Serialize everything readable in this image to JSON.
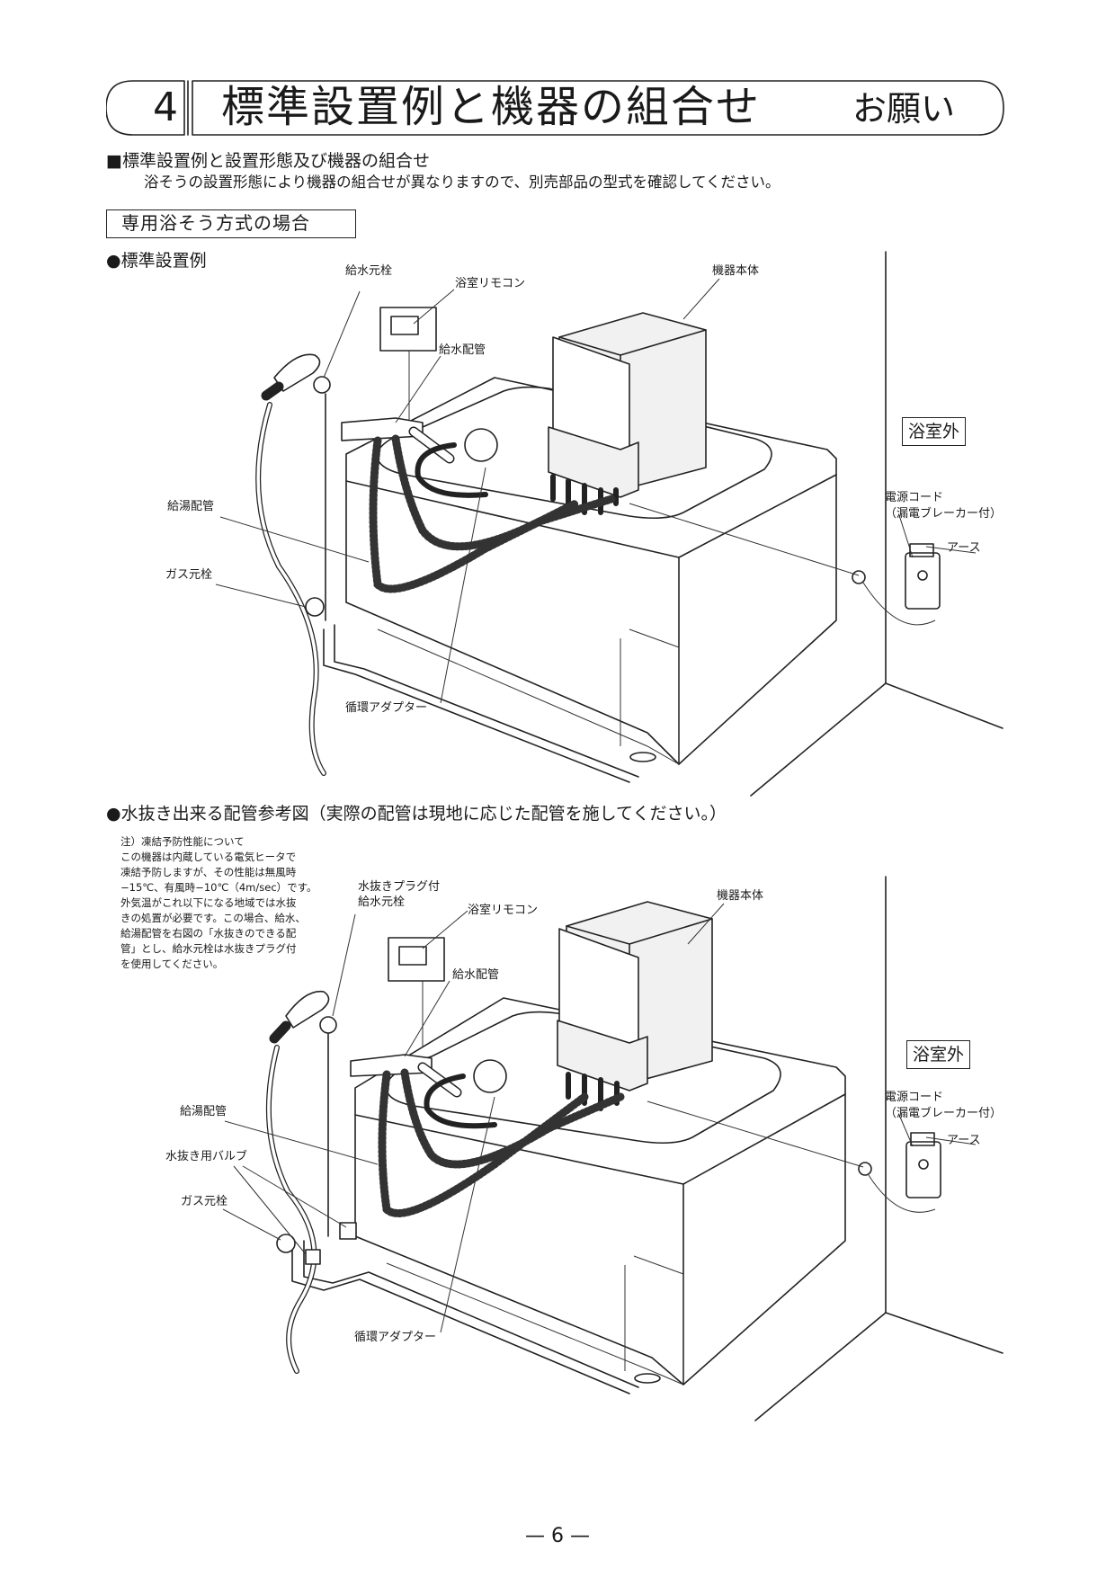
{
  "header": {
    "section_number": "4",
    "title": "標準設置例と機器の組合せ",
    "request": "お願い"
  },
  "intro": {
    "heading": "■標準設置例と設置形態及び機器の組合せ",
    "text": "浴そうの設置形態により機器の組合せが異なりますので、別売部品の型式を確認してください。"
  },
  "method_box": "専用浴そう方式の場合",
  "section1": {
    "heading": "●標準設置例",
    "labels": {
      "water_valve": "給水元栓",
      "remote": "浴室リモコン",
      "unit": "機器本体",
      "water_pipe": "給水配管",
      "outside": "浴室外",
      "hot_pipe": "給湯配管",
      "cord_1": "電源コード",
      "cord_2": "（漏電ブレーカー付）",
      "earth": "アース",
      "gas_valve": "ガス元栓",
      "adapter": "循環アダプター"
    }
  },
  "section2": {
    "heading": "●水抜き出来る配管参考図（実際の配管は現地に応じた配管を施してください。）",
    "note": [
      "注）凍結予防性能について",
      "この機器は内蔵している電気ヒータで",
      "凍結予防しますが、その性能は無風時",
      "−15℃、有風時−10℃（4m/sec）です。",
      "外気温がこれ以下になる地域では水抜",
      "きの処置が必要です。この場合、給水、",
      "給湯配管を右図の「水抜きのできる配",
      "管」とし、給水元栓は水抜きプラグ付",
      "を使用してください。"
    ],
    "labels": {
      "plug_valve_1": "水抜きプラグ付",
      "plug_valve_2": "給水元栓",
      "remote": "浴室リモコン",
      "unit": "機器本体",
      "water_pipe": "給水配管",
      "outside": "浴室外",
      "hot_pipe": "給湯配管",
      "drain_valve": "水抜き用バルブ",
      "cord_1": "電源コード",
      "cord_2": "（漏電ブレーカー付）",
      "earth": "アース",
      "gas_valve": "ガス元栓",
      "adapter": "循環アダプター"
    }
  },
  "footer": {
    "page_number": "— 6 —"
  }
}
